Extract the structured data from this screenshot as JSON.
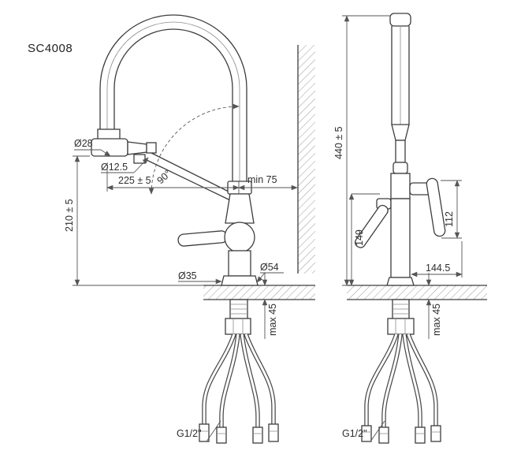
{
  "drawing": {
    "model": "SC4008",
    "front": {
      "spray_head_diameter": "Ø28",
      "nozzle_diameter": "Ø12.5",
      "spout_reach": "225 ± 5",
      "swivel_angle": "90°",
      "wall_clearance": "min 75",
      "head_height": "210 ± 5",
      "body_diameter": "Ø35",
      "base_diameter": "Ø54",
      "deck_thickness": "max 45",
      "connection_thread": "G1/2\""
    },
    "side": {
      "total_height": "440 ± 5",
      "filter_lever_height": "149",
      "handle_height": "112",
      "handle_reach": "144.5",
      "deck_thickness": "max 45",
      "connection_thread": "G1/2\""
    },
    "colors": {
      "line": "#3d3d3d",
      "dimension": "#555555",
      "hatch": "#9a9a9a",
      "background": "#ffffff"
    }
  }
}
